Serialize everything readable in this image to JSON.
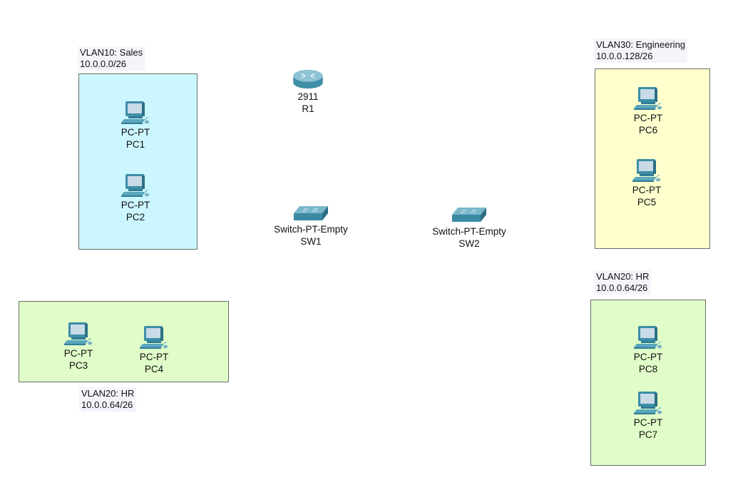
{
  "areas": [
    {
      "id": "sales",
      "label_line1": "VLAN10: Sales",
      "label_line2": "10.0.0.0/26",
      "color": "#ccf6ff"
    },
    {
      "id": "hr-left",
      "label_line1": "VLAN20: HR",
      "label_line2": "10.0.0.64/26",
      "color": "#e0fcc8"
    },
    {
      "id": "engineering",
      "label_line1": "VLAN30: Engineering",
      "label_line2": "10.0.0.128/26",
      "color": "#ffffcd"
    },
    {
      "id": "hr-right",
      "label_line1": "VLAN20: HR",
      "label_line2": "10.0.0.64/26",
      "color": "#e0fcc8"
    }
  ],
  "devices": {
    "r1": {
      "model": "2911",
      "name": "R1",
      "icon": "router-icon"
    },
    "sw1": {
      "model": "Switch-PT-Empty",
      "name": "SW1",
      "icon": "switch-icon"
    },
    "sw2": {
      "model": "Switch-PT-Empty",
      "name": "SW2",
      "icon": "switch-icon"
    },
    "pc1": {
      "model": "PC-PT",
      "name": "PC1",
      "icon": "pc-icon"
    },
    "pc2": {
      "model": "PC-PT",
      "name": "PC2",
      "icon": "pc-icon"
    },
    "pc3": {
      "model": "PC-PT",
      "name": "PC3",
      "icon": "pc-icon"
    },
    "pc4": {
      "model": "PC-PT",
      "name": "PC4",
      "icon": "pc-icon"
    },
    "pc5": {
      "model": "PC-PT",
      "name": "PC5",
      "icon": "pc-icon"
    },
    "pc6": {
      "model": "PC-PT",
      "name": "PC6",
      "icon": "pc-icon"
    },
    "pc7": {
      "model": "PC-PT",
      "name": "PC7",
      "icon": "pc-icon"
    },
    "pc8": {
      "model": "PC-PT",
      "name": "PC8",
      "icon": "pc-icon"
    }
  }
}
